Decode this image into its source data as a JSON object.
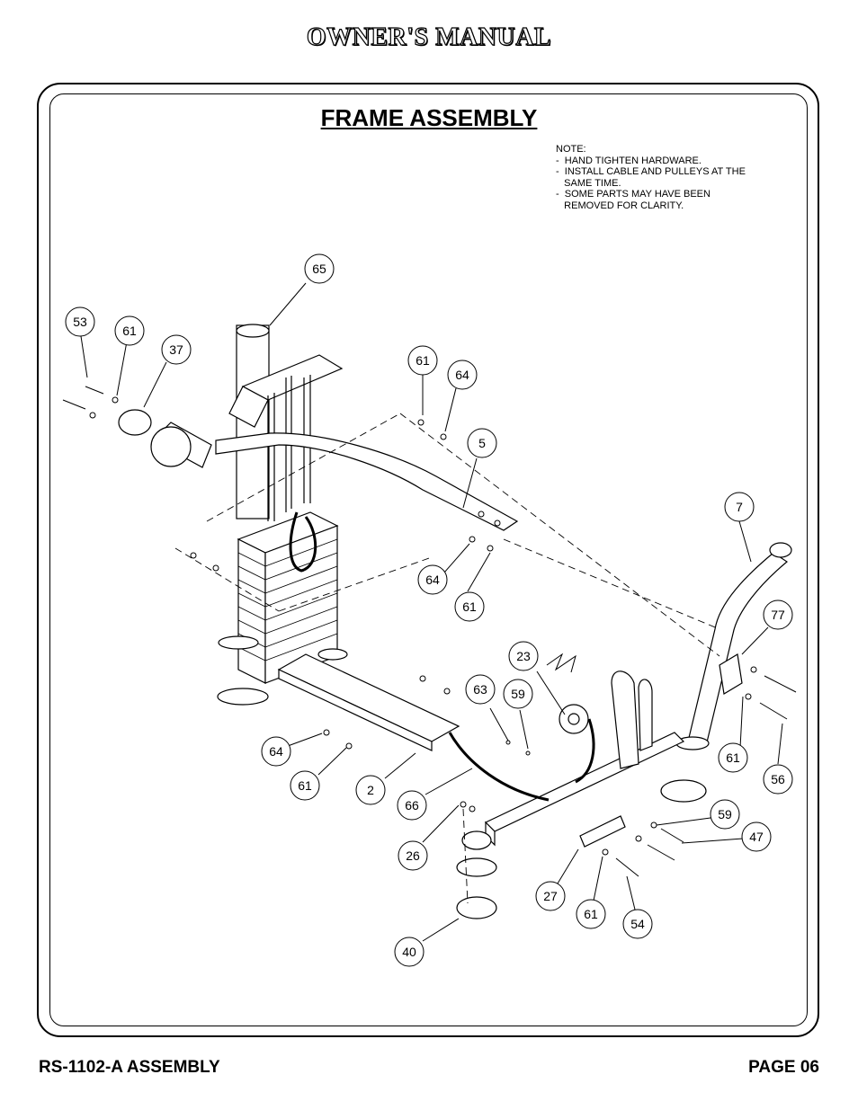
{
  "header": {
    "title": "OWNER'S MANUAL"
  },
  "section": {
    "title": "FRAME ASSEMBLY"
  },
  "notes": [
    "NOTE:",
    "-  HAND TIGHTEN HARDWARE.",
    "-  INSTALL CABLE AND PULLEYS AT THE",
    "   SAME TIME.",
    "-  SOME PARTS MAY HAVE BEEN",
    "   REMOVED FOR CLARITY."
  ],
  "callouts": [
    "65",
    "53",
    "61",
    "37",
    "61",
    "64",
    "5",
    "7",
    "64",
    "61",
    "77",
    "23",
    "63",
    "59",
    "64",
    "61",
    "2",
    "66",
    "61",
    "56",
    "59",
    "47",
    "26",
    "27",
    "61",
    "54",
    "40"
  ],
  "footer": {
    "left": "RS-1102-A ASSEMBLY",
    "right": "PAGE 06"
  }
}
